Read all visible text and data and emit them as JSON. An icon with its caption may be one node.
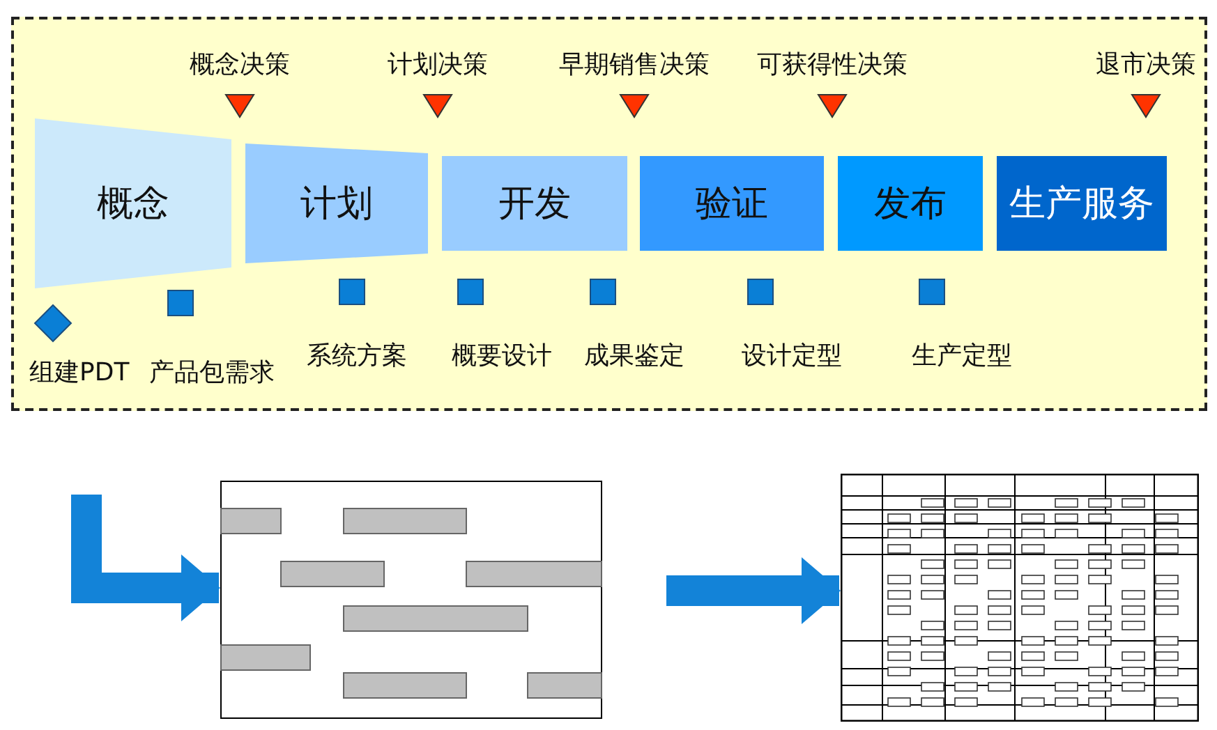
{
  "diagram": {
    "nodes": [
      {
        "text": [
          "概念决策"
        ]
      },
      {
        "text": [
          "计划决策"
        ]
      },
      {
        "text": [
          "早期销售决策"
        ]
      },
      {
        "text": [
          "可获得性决策"
        ]
      },
      {
        "text": [
          "退市决策"
        ]
      },
      {
        "text": [
          "概念"
        ]
      },
      {
        "text": [
          "计划"
        ]
      },
      {
        "text": [
          "开发"
        ]
      },
      {
        "text": [
          "验证"
        ]
      },
      {
        "text": [
          "发布"
        ]
      },
      {
        "text": [
          "生产服务"
        ]
      },
      {
        "text": [
          "组建PDT"
        ]
      },
      {
        "text": [
          "产品包需求"
        ]
      },
      {
        "text": [
          "系统方案"
        ]
      },
      {
        "text": [
          "概要设计"
        ]
      },
      {
        "text": [
          "成果鉴定"
        ]
      },
      {
        "text": [
          "设计定型"
        ]
      },
      {
        "text": [
          "生产定型"
        ]
      },
      {
        "text": [],
        "shape": "picture"
      },
      {
        "text": [],
        "shape": "picture"
      }
    ],
    "edges": [
      {
        "from": null,
        "to": 18,
        "arrow": "to"
      },
      {
        "from": 18,
        "to": 19,
        "arrow": "to"
      }
    ]
  }
}
